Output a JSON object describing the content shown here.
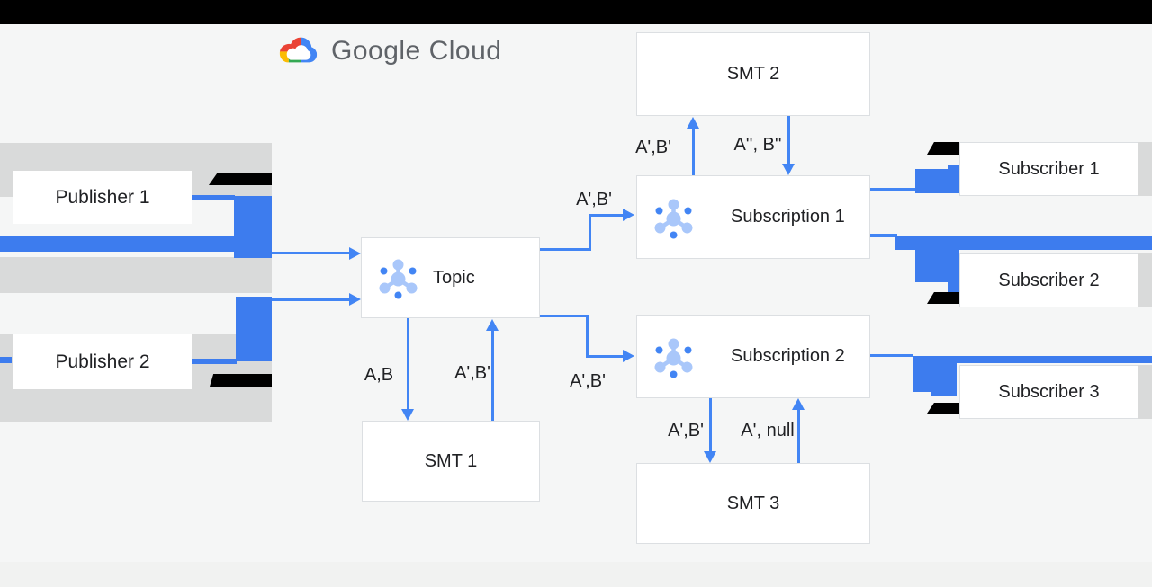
{
  "logo": {
    "text": "Google Cloud"
  },
  "nodes": {
    "publisher1": "Publisher 1",
    "publisher2": "Publisher 2",
    "topic": "Topic",
    "smt1": "SMT 1",
    "smt2": "SMT 2",
    "smt3": "SMT 3",
    "subscription1": "Subscription 1",
    "subscription2": "Subscription 2",
    "subscriber1": "Subscriber 1",
    "subscriber2": "Subscriber 2",
    "subscriber3": "Subscriber 3"
  },
  "flow_labels": {
    "topic_to_subscription1": "A',B'",
    "topic_to_subscription2": "A',B'",
    "topic_to_smt1": "A,B",
    "smt1_to_topic": "A',B'",
    "subscription1_to_smt2": "A',B'",
    "smt2_to_subscription1": "A'', B''",
    "subscription2_to_smt3": "A',B'",
    "smt3_to_subscription2": "A', null"
  },
  "colors": {
    "arrow_blue": "#4285f4",
    "block_blue": "#3d7cee",
    "band_gray": "#d9dada",
    "icon_light_blue": "#a9c7fa",
    "logo_text_gray": "#5f6368",
    "top_bar": "#000000"
  }
}
